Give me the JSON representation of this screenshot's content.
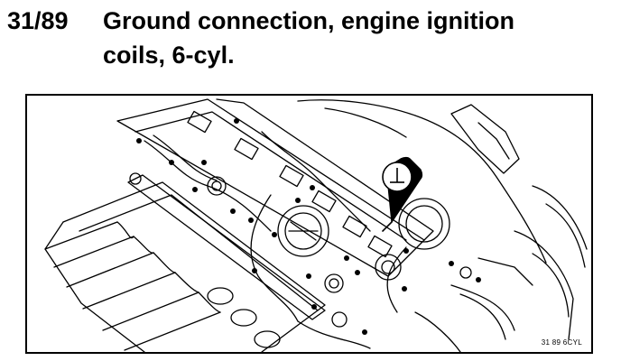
{
  "document": {
    "number": "31/89",
    "title_line1": "Ground connection, engine ignition",
    "title_line2": "coils, 6-cyl."
  },
  "figure": {
    "code": "31 89 6CYL",
    "callout_symbol": "ground-symbol"
  },
  "colors": {
    "ink": "#000000",
    "paper": "#ffffff"
  }
}
